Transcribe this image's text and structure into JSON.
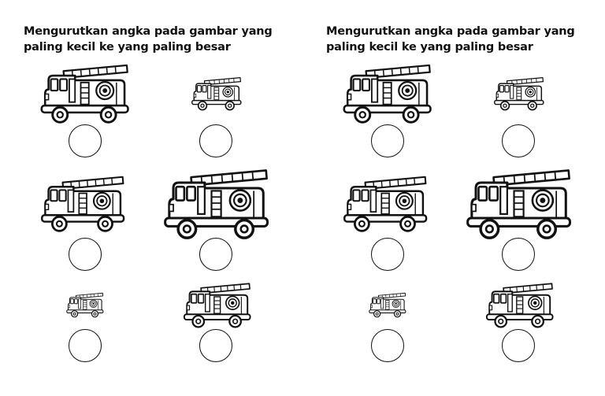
{
  "worksheets": [
    {
      "title": "Mengurutkan angka pada gambar yang paling kecil ke yang paling besar",
      "trucks": [
        {
          "scale": "large"
        },
        {
          "scale": "small"
        },
        {
          "scale": "medium"
        },
        {
          "scale": "largest"
        },
        {
          "scale": "smallest"
        },
        {
          "scale": "medium-small"
        }
      ]
    },
    {
      "title": "Mengurutkan angka pada gambar yang paling kecil ke yang paling besar",
      "trucks": [
        {
          "scale": "large"
        },
        {
          "scale": "small"
        },
        {
          "scale": "medium"
        },
        {
          "scale": "largest"
        },
        {
          "scale": "smallest"
        },
        {
          "scale": "medium-small"
        }
      ]
    }
  ],
  "icons": {
    "truck": "fire-truck-icon",
    "answer": "answer-circle"
  },
  "colors": {
    "ink": "#111111",
    "paper": "#ffffff"
  }
}
